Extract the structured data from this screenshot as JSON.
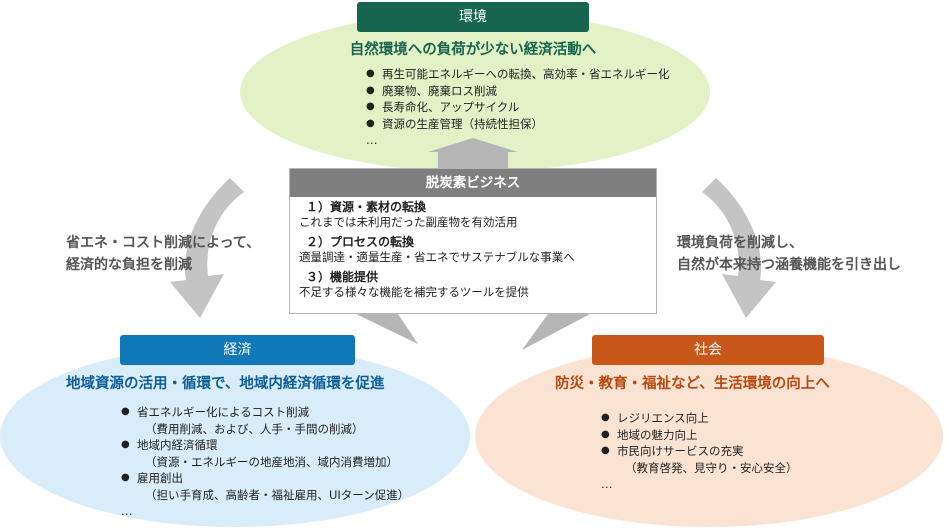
{
  "environment": {
    "header": "環境",
    "subtitle": "自然環境への負荷が少ない経済活動へ",
    "items": [
      "再生可能エネルギーへの転換、高効率・省エネルギー化",
      "廃棄物、廃棄ロス削減",
      "長寿命化、アップサイクル",
      "資源の生産管理（持続性担保）"
    ],
    "more": "…"
  },
  "center": {
    "title": "脱炭素ビジネス",
    "items": [
      {
        "title": "１）資源・素材の転換",
        "desc": "これまでは未利用だった副産物を有効活用"
      },
      {
        "title": "２）プロセスの転換",
        "desc": "適量調達・適量生産・省エネでサステナブルな事業へ"
      },
      {
        "title": "３）機能提供",
        "desc": "不足する様々な機能を補完するツールを提供"
      }
    ]
  },
  "left_text": {
    "line1": "省エネ・コスト削減によって、",
    "line2": "経済的な負担を削減"
  },
  "right_text": {
    "line1": "環境負荷を削減し、",
    "line2": "自然が本来持つ涵養機能を引き出し"
  },
  "economy": {
    "header": "経済",
    "subtitle": "地域資源の活用・循環で、地域内経済循環を促進",
    "items": [
      {
        "text": "省エネルギー化によるコスト削減",
        "note": "（費用削減、および、人手・手間の削減）"
      },
      {
        "text": "地域内経済循環",
        "note": "（資源・エネルギーの地産地消、域内消費増加）"
      },
      {
        "text": "雇用創出",
        "note": "（担い手育成、高齢者・福祉雇用、UIターン促進）"
      }
    ],
    "more": "…"
  },
  "society": {
    "header": "社会",
    "subtitle": "防災・教育・福祉など、生活環境の向上へ",
    "items": [
      {
        "text": "レジリエンス向上",
        "note": ""
      },
      {
        "text": "地域の魅力向上",
        "note": ""
      },
      {
        "text": "市民向けサービスの充実",
        "note": "（教育啓発、見守り・安心安全）"
      }
    ],
    "more": "…"
  },
  "colors": {
    "environment_dark": "#17644f",
    "environment_light": "#e3f1c6",
    "economy_dark": "#0f78b8",
    "economy_light": "#d8ecf9",
    "society_dark": "#c8581a",
    "society_light": "#fbe3d4",
    "arrow_gray": "#bfbfbf",
    "center_header": "#7f7f7f"
  }
}
